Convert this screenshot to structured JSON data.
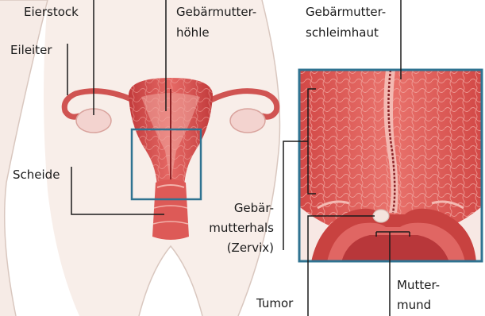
{
  "labels": {
    "ovary": "Eierstock",
    "tube": "Eileiter",
    "cavity_1": "Gebärmutter-",
    "cavity_2": "höhle",
    "mucosa_1": "Gebärmutter-",
    "mucosa_2": "schleimhaut",
    "vagina": "Scheide",
    "cervix_1": "Gebär-",
    "cervix_2": "mutterhals",
    "cervix_3": "(Zervix)",
    "tumor": "Tumor",
    "os_1": "Mutter-",
    "os_2": "mund"
  },
  "colors": {
    "frame": "#2f7391",
    "leader_line": "#1a1a1a",
    "tissue": "#d84e4d",
    "skin": "#f6ebe6"
  }
}
